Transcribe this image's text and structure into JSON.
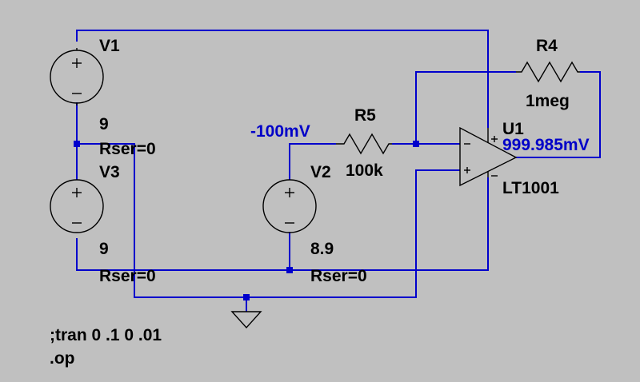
{
  "schematic": {
    "background": "#c0c0c0",
    "wire_color": "#0000cc",
    "component_color": "#000000",
    "net_label_color": "#0000c8",
    "components": {
      "v1": {
        "name": "V1",
        "value": "9",
        "extra": "Rser=0"
      },
      "v3": {
        "name": "V3",
        "value": "9",
        "extra": "Rser=0"
      },
      "v2": {
        "name": "V2",
        "value": "8.9",
        "extra": "Rser=0"
      },
      "r5": {
        "name": "R5",
        "value": "100k"
      },
      "r4": {
        "name": "R4",
        "value": "1meg"
      },
      "u1": {
        "name": "U1",
        "value": "LT1001"
      }
    },
    "net_labels": {
      "input": "-100mV",
      "output": "999.985mV"
    },
    "directives": {
      "tran": ";tran 0 .1 0 .01",
      "op": ".op"
    }
  }
}
